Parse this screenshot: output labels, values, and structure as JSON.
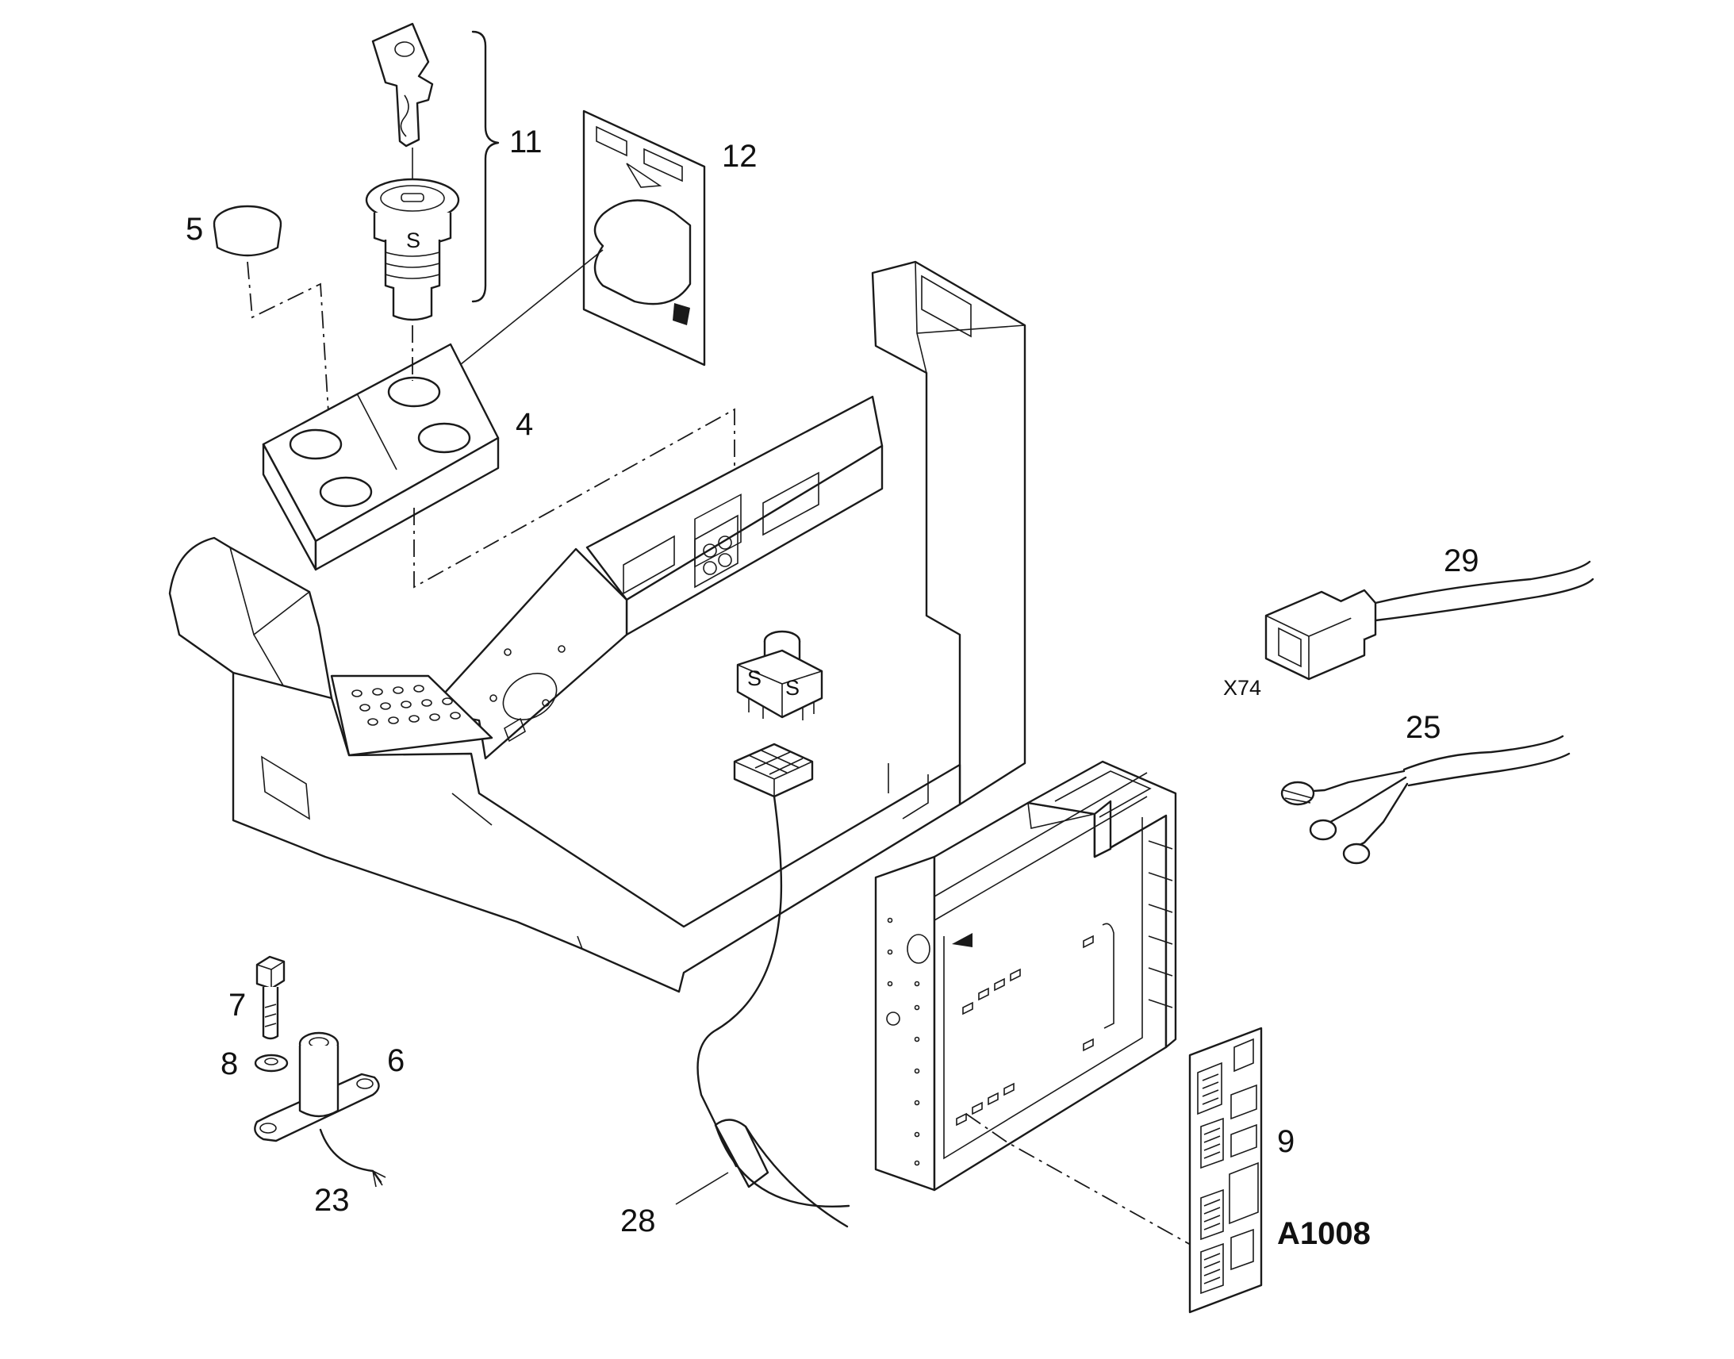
{
  "diagram": {
    "callouts": {
      "c11": "11",
      "c12": "12",
      "c5": "5",
      "c4": "4",
      "c29": "29",
      "x74": "X74",
      "c25": "25",
      "c7": "7",
      "c8": "8",
      "c6": "6",
      "c23": "23",
      "c28": "28",
      "c9": "9",
      "a1008": "A1008"
    }
  }
}
